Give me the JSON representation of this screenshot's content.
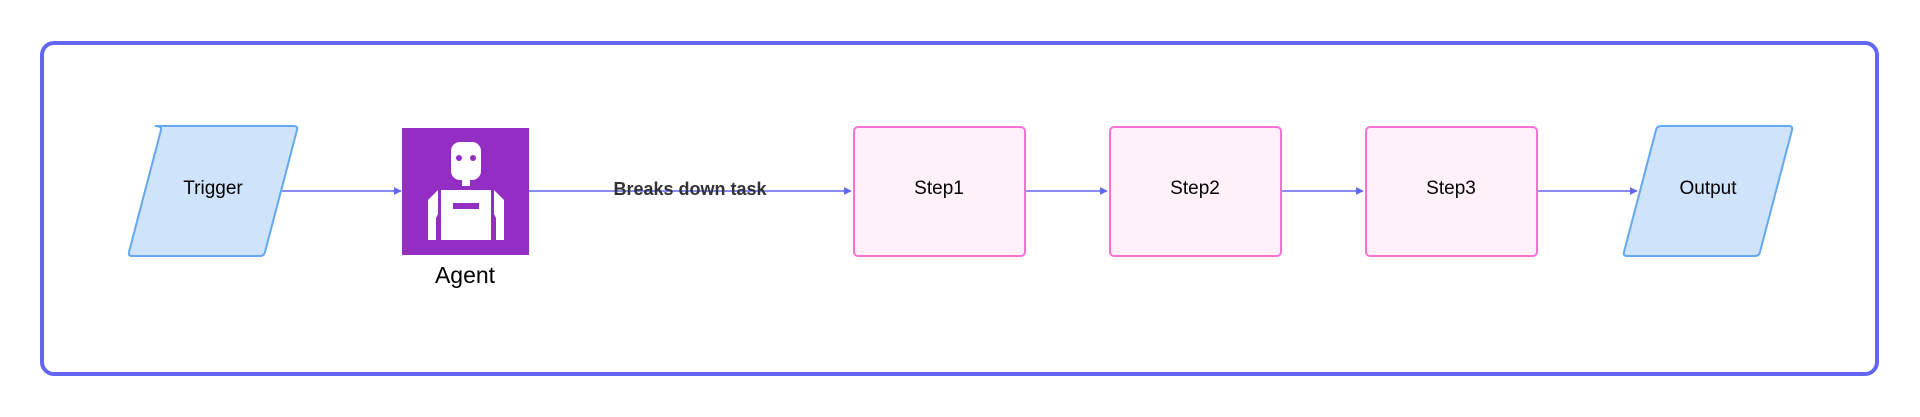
{
  "colors": {
    "frame_stroke": "#6366f1",
    "edge_stroke": "#6366f1",
    "io_fill": "#cfe3fb",
    "io_stroke": "#64a8ee",
    "step_fill": "#fff0fa",
    "step_stroke": "#f472d0",
    "agent_fill": "#932dc4",
    "agent_icon": "#ffffff"
  },
  "nodes": {
    "trigger": {
      "label": "Trigger",
      "shape": "parallelogram"
    },
    "agent": {
      "label": "Agent",
      "icon": "robot-icon"
    },
    "step1": {
      "label": "Step1",
      "shape": "rounded-rectangle"
    },
    "step2": {
      "label": "Step2",
      "shape": "rounded-rectangle"
    },
    "step3": {
      "label": "Step3",
      "shape": "rounded-rectangle"
    },
    "output": {
      "label": "Output",
      "shape": "parallelogram"
    }
  },
  "edges": [
    {
      "from": "trigger",
      "to": "agent",
      "label": ""
    },
    {
      "from": "agent",
      "to": "step1",
      "label": "Breaks down task"
    },
    {
      "from": "step1",
      "to": "step2",
      "label": ""
    },
    {
      "from": "step2",
      "to": "step3",
      "label": ""
    },
    {
      "from": "step3",
      "to": "output",
      "label": ""
    }
  ]
}
